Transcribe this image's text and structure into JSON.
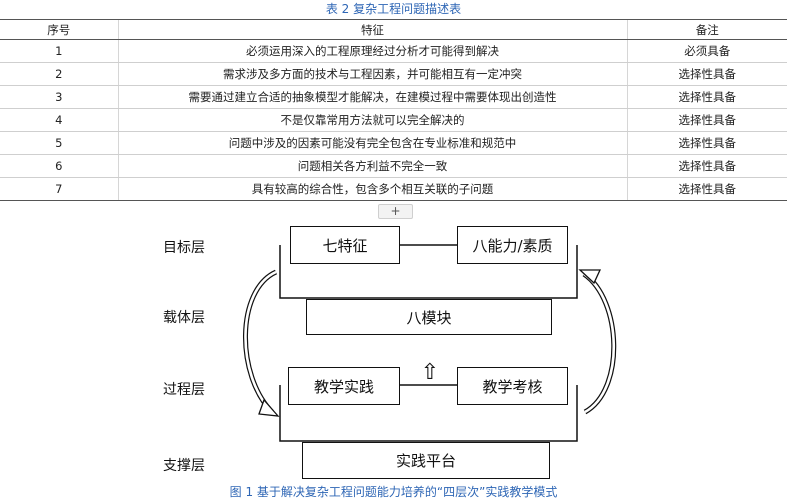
{
  "table_caption": "表 2  复杂工程问题描述表",
  "table": {
    "headers": [
      "序号",
      "特征",
      "备注"
    ],
    "rows": [
      [
        "1",
        "必须运用深入的工程原理经过分析才可能得到解决",
        "必须具备"
      ],
      [
        "2",
        "需求涉及多方面的技术与工程因素，并可能相互有一定冲突",
        "选择性具备"
      ],
      [
        "3",
        "需要通过建立合适的抽象模型才能解决，在建模过程中需要体现出创造性",
        "选择性具备"
      ],
      [
        "4",
        "不是仅靠常用方法就可以完全解决的",
        "选择性具备"
      ],
      [
        "5",
        "问题中涉及的因素可能没有完全包含在专业标准和规范中",
        "选择性具备"
      ],
      [
        "6",
        "问题相关各方利益不完全一致",
        "选择性具备"
      ],
      [
        "7",
        "具有较高的综合性，包含多个相互关联的子问题",
        "选择性具备"
      ]
    ]
  },
  "add_button": "+",
  "diagram": {
    "layers": [
      "目标层",
      "载体层",
      "过程层",
      "支撑层"
    ],
    "boxes": {
      "seven_features": "七特征",
      "eight_abilities": "八能力/素质",
      "eight_modules": "八模块",
      "teaching_practice": "教学实践",
      "teaching_assessment": "教学考核",
      "practice_platform": "实践平台"
    },
    "up_arrow": "⇧"
  },
  "figure_caption": "图 1 基于解决复杂工程问题能力培养的“四层次”实践教学模式"
}
